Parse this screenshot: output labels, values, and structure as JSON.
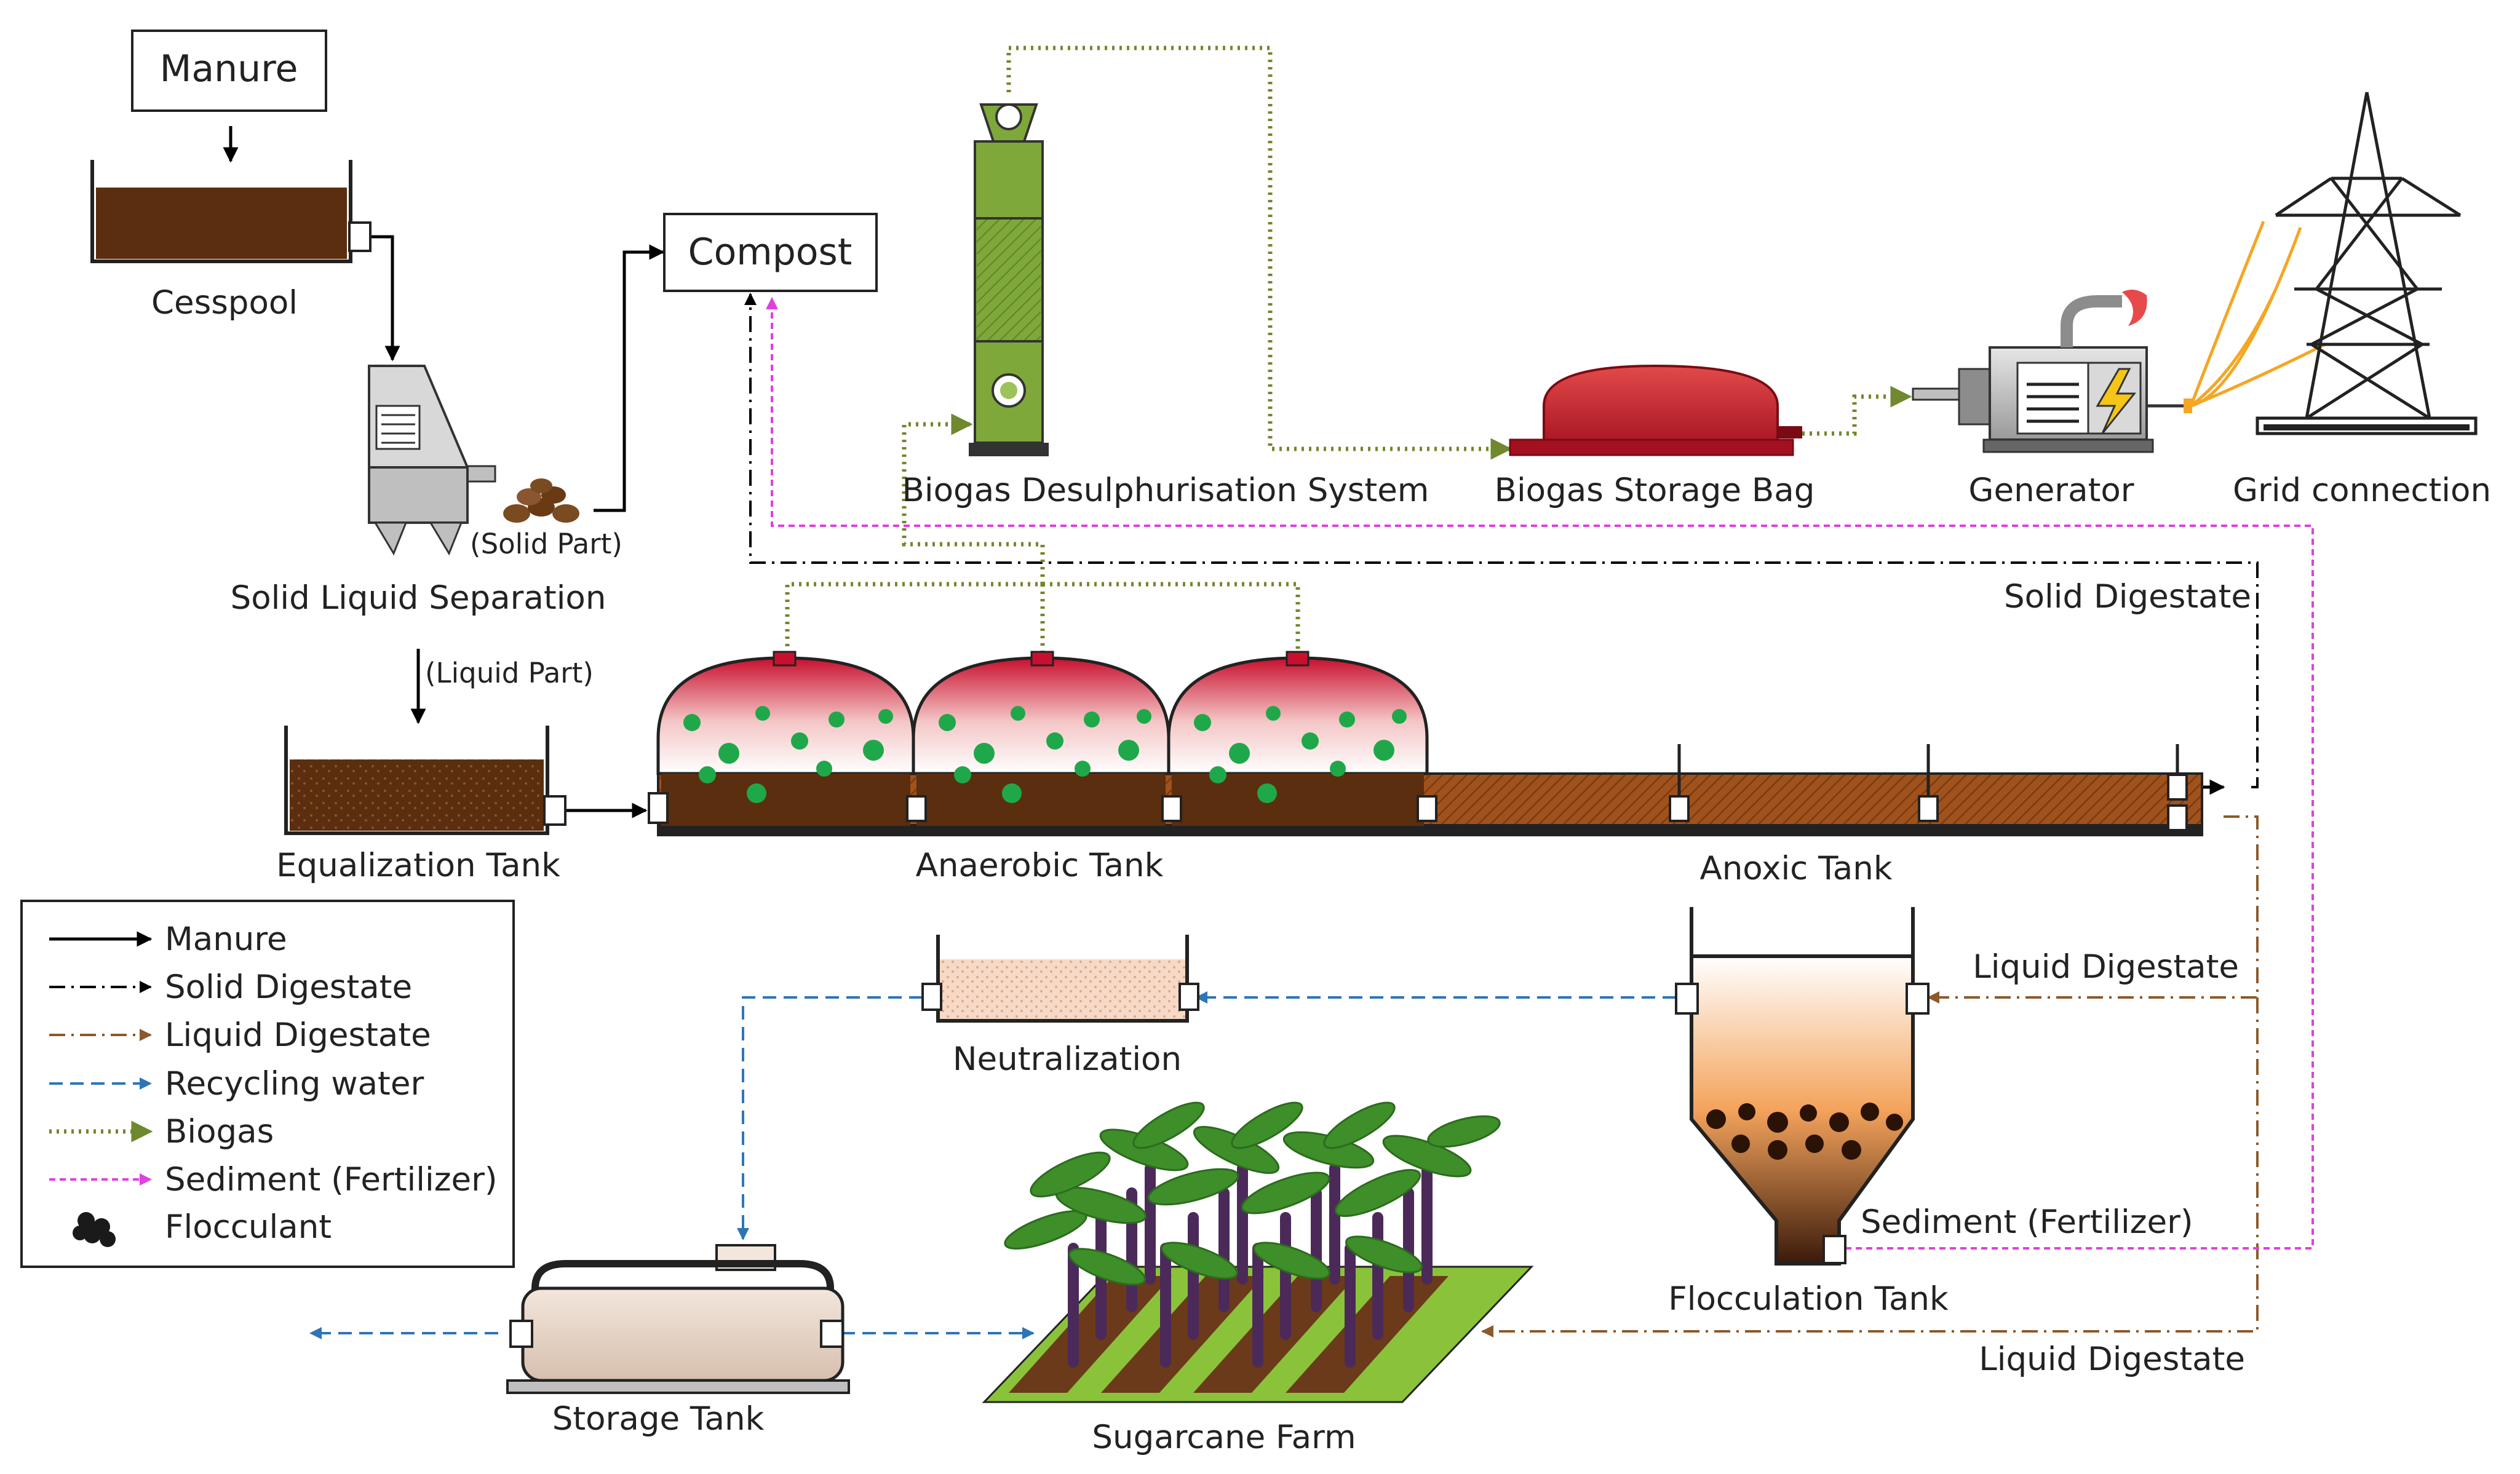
{
  "labels": {
    "manure": "Manure",
    "compost": "Compost",
    "cesspool": "Cesspool",
    "solid_part": "(Solid Part)",
    "solid_liquid_separation": "Solid Liquid Separation",
    "liquid_part": "(Liquid Part)",
    "equalization_tank": "Equalization Tank",
    "anaerobic_tank": "Anaerobic Tank",
    "anoxic_tank": "Anoxic Tank",
    "biogas_desulphurisation": "Biogas Desulphurisation System",
    "biogas_storage_bag": "Biogas Storage Bag",
    "generator": "Generator",
    "grid_connection": "Grid connection",
    "solid_digestate": "Solid Digestate",
    "liquid_digestate_upper": "Liquid Digestate",
    "liquid_digestate_lower": "Liquid Digestate",
    "neutralization": "Neutralization",
    "flocculation_tank": "Flocculation Tank",
    "sediment_fertilizer": "Sediment (Fertilizer)",
    "storage_tank": "Storage Tank",
    "sugarcane_farm": "Sugarcane Farm"
  },
  "legend": {
    "items": [
      {
        "label": "Manure",
        "style": "solid",
        "color": "#000000"
      },
      {
        "label": "Solid Digestate",
        "style": "dashdot",
        "color": "#000000"
      },
      {
        "label": "Liquid Digestate",
        "style": "dashdot",
        "color": "#8B5A2B"
      },
      {
        "label": "Recycling water",
        "style": "dashed",
        "color": "#2E75B6"
      },
      {
        "label": "Biogas",
        "style": "dotted",
        "color": "#70882E"
      },
      {
        "label": "Sediment (Fertilizer)",
        "style": "dashed-fine",
        "color": "#E040E0"
      },
      {
        "label": "Flocculant",
        "style": "icon",
        "icon": "flocculant-icon"
      }
    ]
  },
  "colors": {
    "manure_line": "#000000",
    "liquid_digestate": "#8B5A2B",
    "recycling_water": "#2E75B6",
    "biogas": "#70882E",
    "sediment": "#E040E0",
    "sludge": "#5A2E0E",
    "anoxic_fill": "#A0521D",
    "dome_red": "#C8102E",
    "bubble_green": "#1FA84A",
    "tower_green": "#7FA83A"
  }
}
